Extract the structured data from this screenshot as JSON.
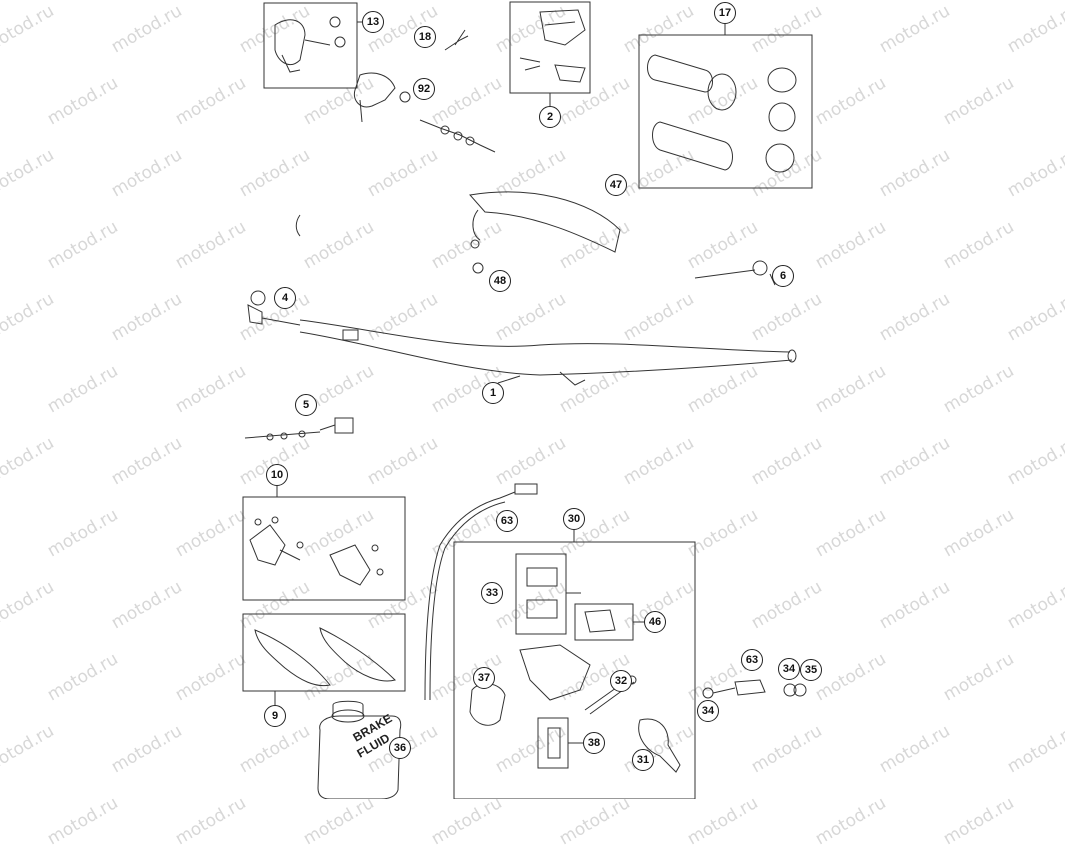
{
  "watermark": "motod.ru",
  "jug_label": "BRAKE\nFLUID",
  "callouts": [
    {
      "id": "c13",
      "label": "13"
    },
    {
      "id": "c18",
      "label": "18"
    },
    {
      "id": "c92",
      "label": "92"
    },
    {
      "id": "c2",
      "label": "2"
    },
    {
      "id": "c17",
      "label": "17"
    },
    {
      "id": "c47",
      "label": "47"
    },
    {
      "id": "c48",
      "label": "48"
    },
    {
      "id": "c6",
      "label": "6"
    },
    {
      "id": "c4",
      "label": "4"
    },
    {
      "id": "c1",
      "label": "1"
    },
    {
      "id": "c5",
      "label": "5"
    },
    {
      "id": "c10",
      "label": "10"
    },
    {
      "id": "c63a",
      "label": "63"
    },
    {
      "id": "c30",
      "label": "30"
    },
    {
      "id": "c33",
      "label": "33"
    },
    {
      "id": "c46",
      "label": "46"
    },
    {
      "id": "c37",
      "label": "37"
    },
    {
      "id": "c32",
      "label": "32"
    },
    {
      "id": "c38",
      "label": "38"
    },
    {
      "id": "c31",
      "label": "31"
    },
    {
      "id": "c9",
      "label": "9"
    },
    {
      "id": "c36",
      "label": "36"
    },
    {
      "id": "c63b",
      "label": "63"
    },
    {
      "id": "c34a",
      "label": "34"
    },
    {
      "id": "c35",
      "label": "35"
    },
    {
      "id": "c34b",
      "label": "34"
    }
  ]
}
